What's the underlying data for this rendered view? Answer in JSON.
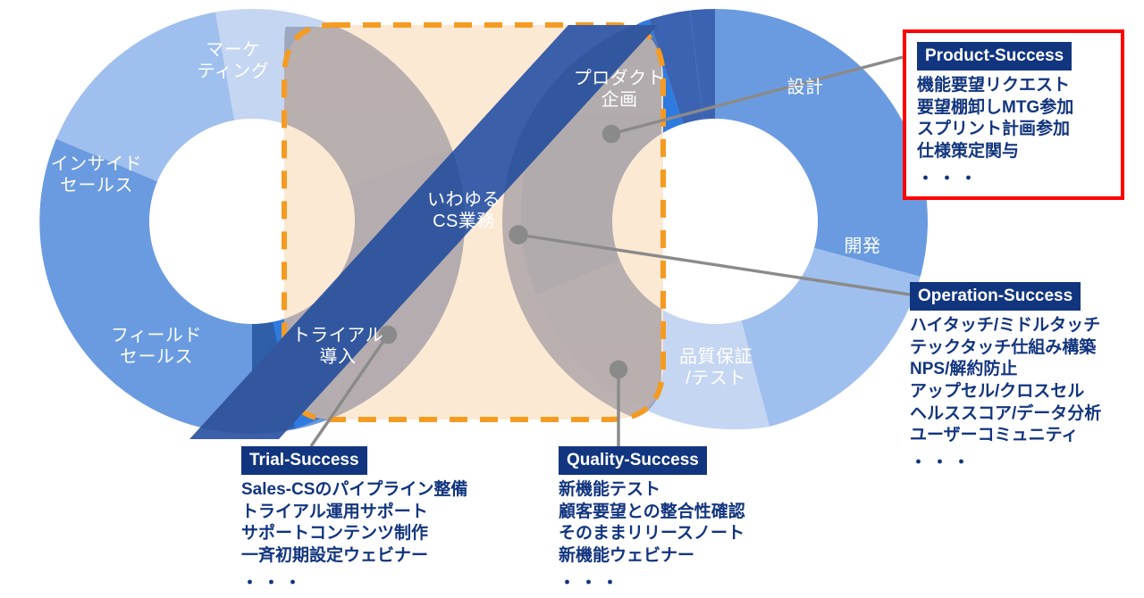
{
  "diagram": {
    "title": "CS infinity loop diagram",
    "center_band_label_line1": "いわゆる",
    "center_band_label_line2": "CS業務",
    "colors": {
      "ring_light": "#C5D6F2",
      "ring_mid": "#9FC0EE",
      "ring_strong": "#6A9BE0",
      "ring_bright": "#2E7BE0",
      "band_dark": "#3B5FA8",
      "region_fill": "#FCE7D0",
      "region_stroke": "#F59B22",
      "overlap_grey": "#BFBECA",
      "callout_header": "#12357F",
      "callout_text": "#12357F",
      "highlight_border": "#FF0000",
      "connector": "#8A8A8A"
    }
  },
  "ring_labels": {
    "marketing": {
      "line1": "マーケ",
      "line2": "ティング"
    },
    "inside_sales": {
      "line1": "インサイド",
      "line2": "セールス"
    },
    "field_sales": {
      "line1": "フィールド",
      "line2": "セールス"
    },
    "trial": {
      "line1": "トライアル",
      "line2": "導入"
    },
    "product_planning": {
      "line1": "プロダクト",
      "line2": "企画"
    },
    "design": {
      "line1": "設計",
      "line2": ""
    },
    "development": {
      "line1": "開発",
      "line2": ""
    },
    "quality_assurance": {
      "line1": "品質保証",
      "line2": "/テスト"
    }
  },
  "callouts": {
    "product": {
      "header": "Product-Success",
      "items": [
        "機能要望リクエスト",
        "要望棚卸しMTG参加",
        "スプリント計画参加",
        "仕様策定関与"
      ],
      "ellipsis": "・・・",
      "highlighted": true
    },
    "operation": {
      "header": "Operation-Success",
      "items": [
        "ハイタッチ/ミドルタッチ",
        "テックタッチ仕組み構築",
        "NPS/解約防止",
        "アップセル/クロスセル",
        "ヘルススコア/データ分析",
        "ユーザーコミュニティ"
      ],
      "ellipsis": "・・・",
      "highlighted": false
    },
    "trial": {
      "header": "Trial-Success",
      "items": [
        "Sales-CSのパイプライン整備",
        "トライアル運用サポート",
        "サポートコンテンツ制作",
        "一斉初期設定ウェビナー"
      ],
      "ellipsis": "・・・",
      "highlighted": false
    },
    "quality": {
      "header": "Quality-Success",
      "items": [
        "新機能テスト",
        "顧客要望との整合性確認",
        "そのままリリースノート",
        "新機能ウェビナー"
      ],
      "ellipsis": "・・・",
      "highlighted": false
    }
  }
}
